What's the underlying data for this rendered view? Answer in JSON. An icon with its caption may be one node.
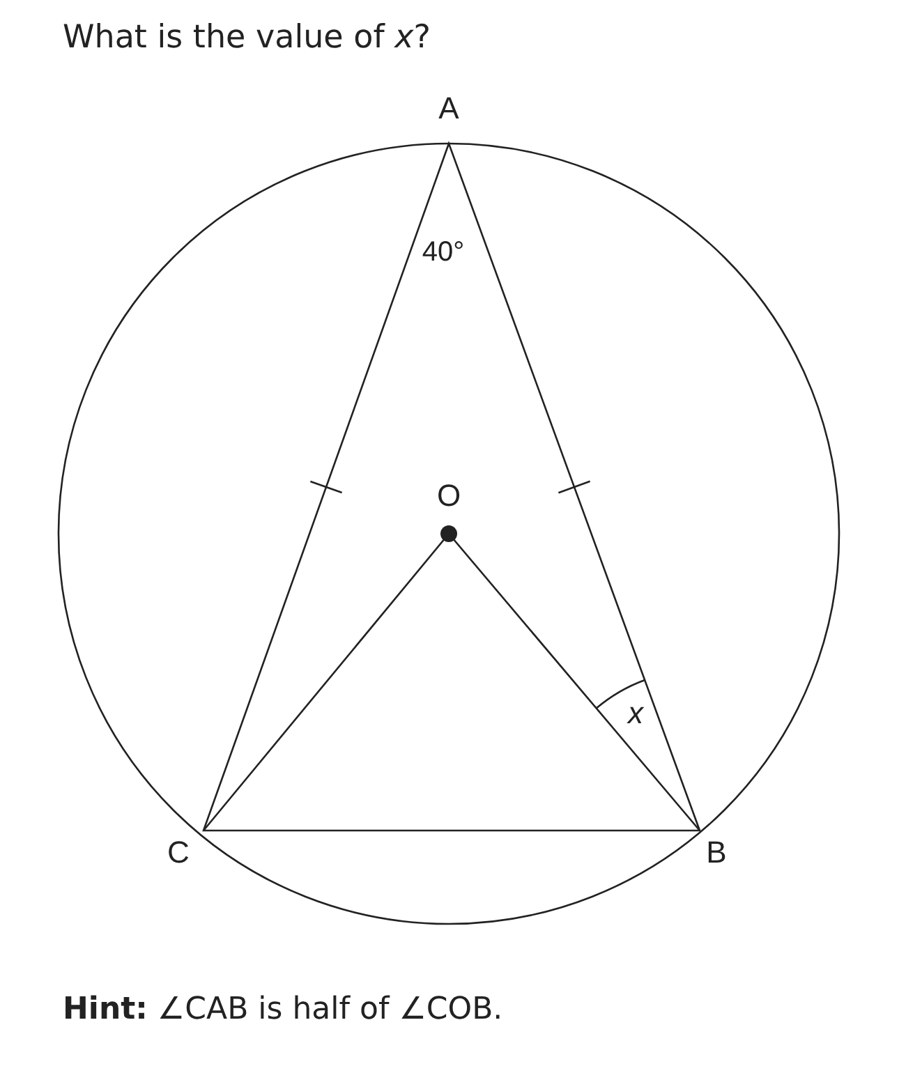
{
  "diagram": {
    "title": "What is the value of *x*?",
    "labels": [
      "A",
      "40°",
      "O",
      "*x*",
      "C",
      "B"
    ],
    "caption": "**Hint:** ∠CAB is half of ∠COB."
  }
}
